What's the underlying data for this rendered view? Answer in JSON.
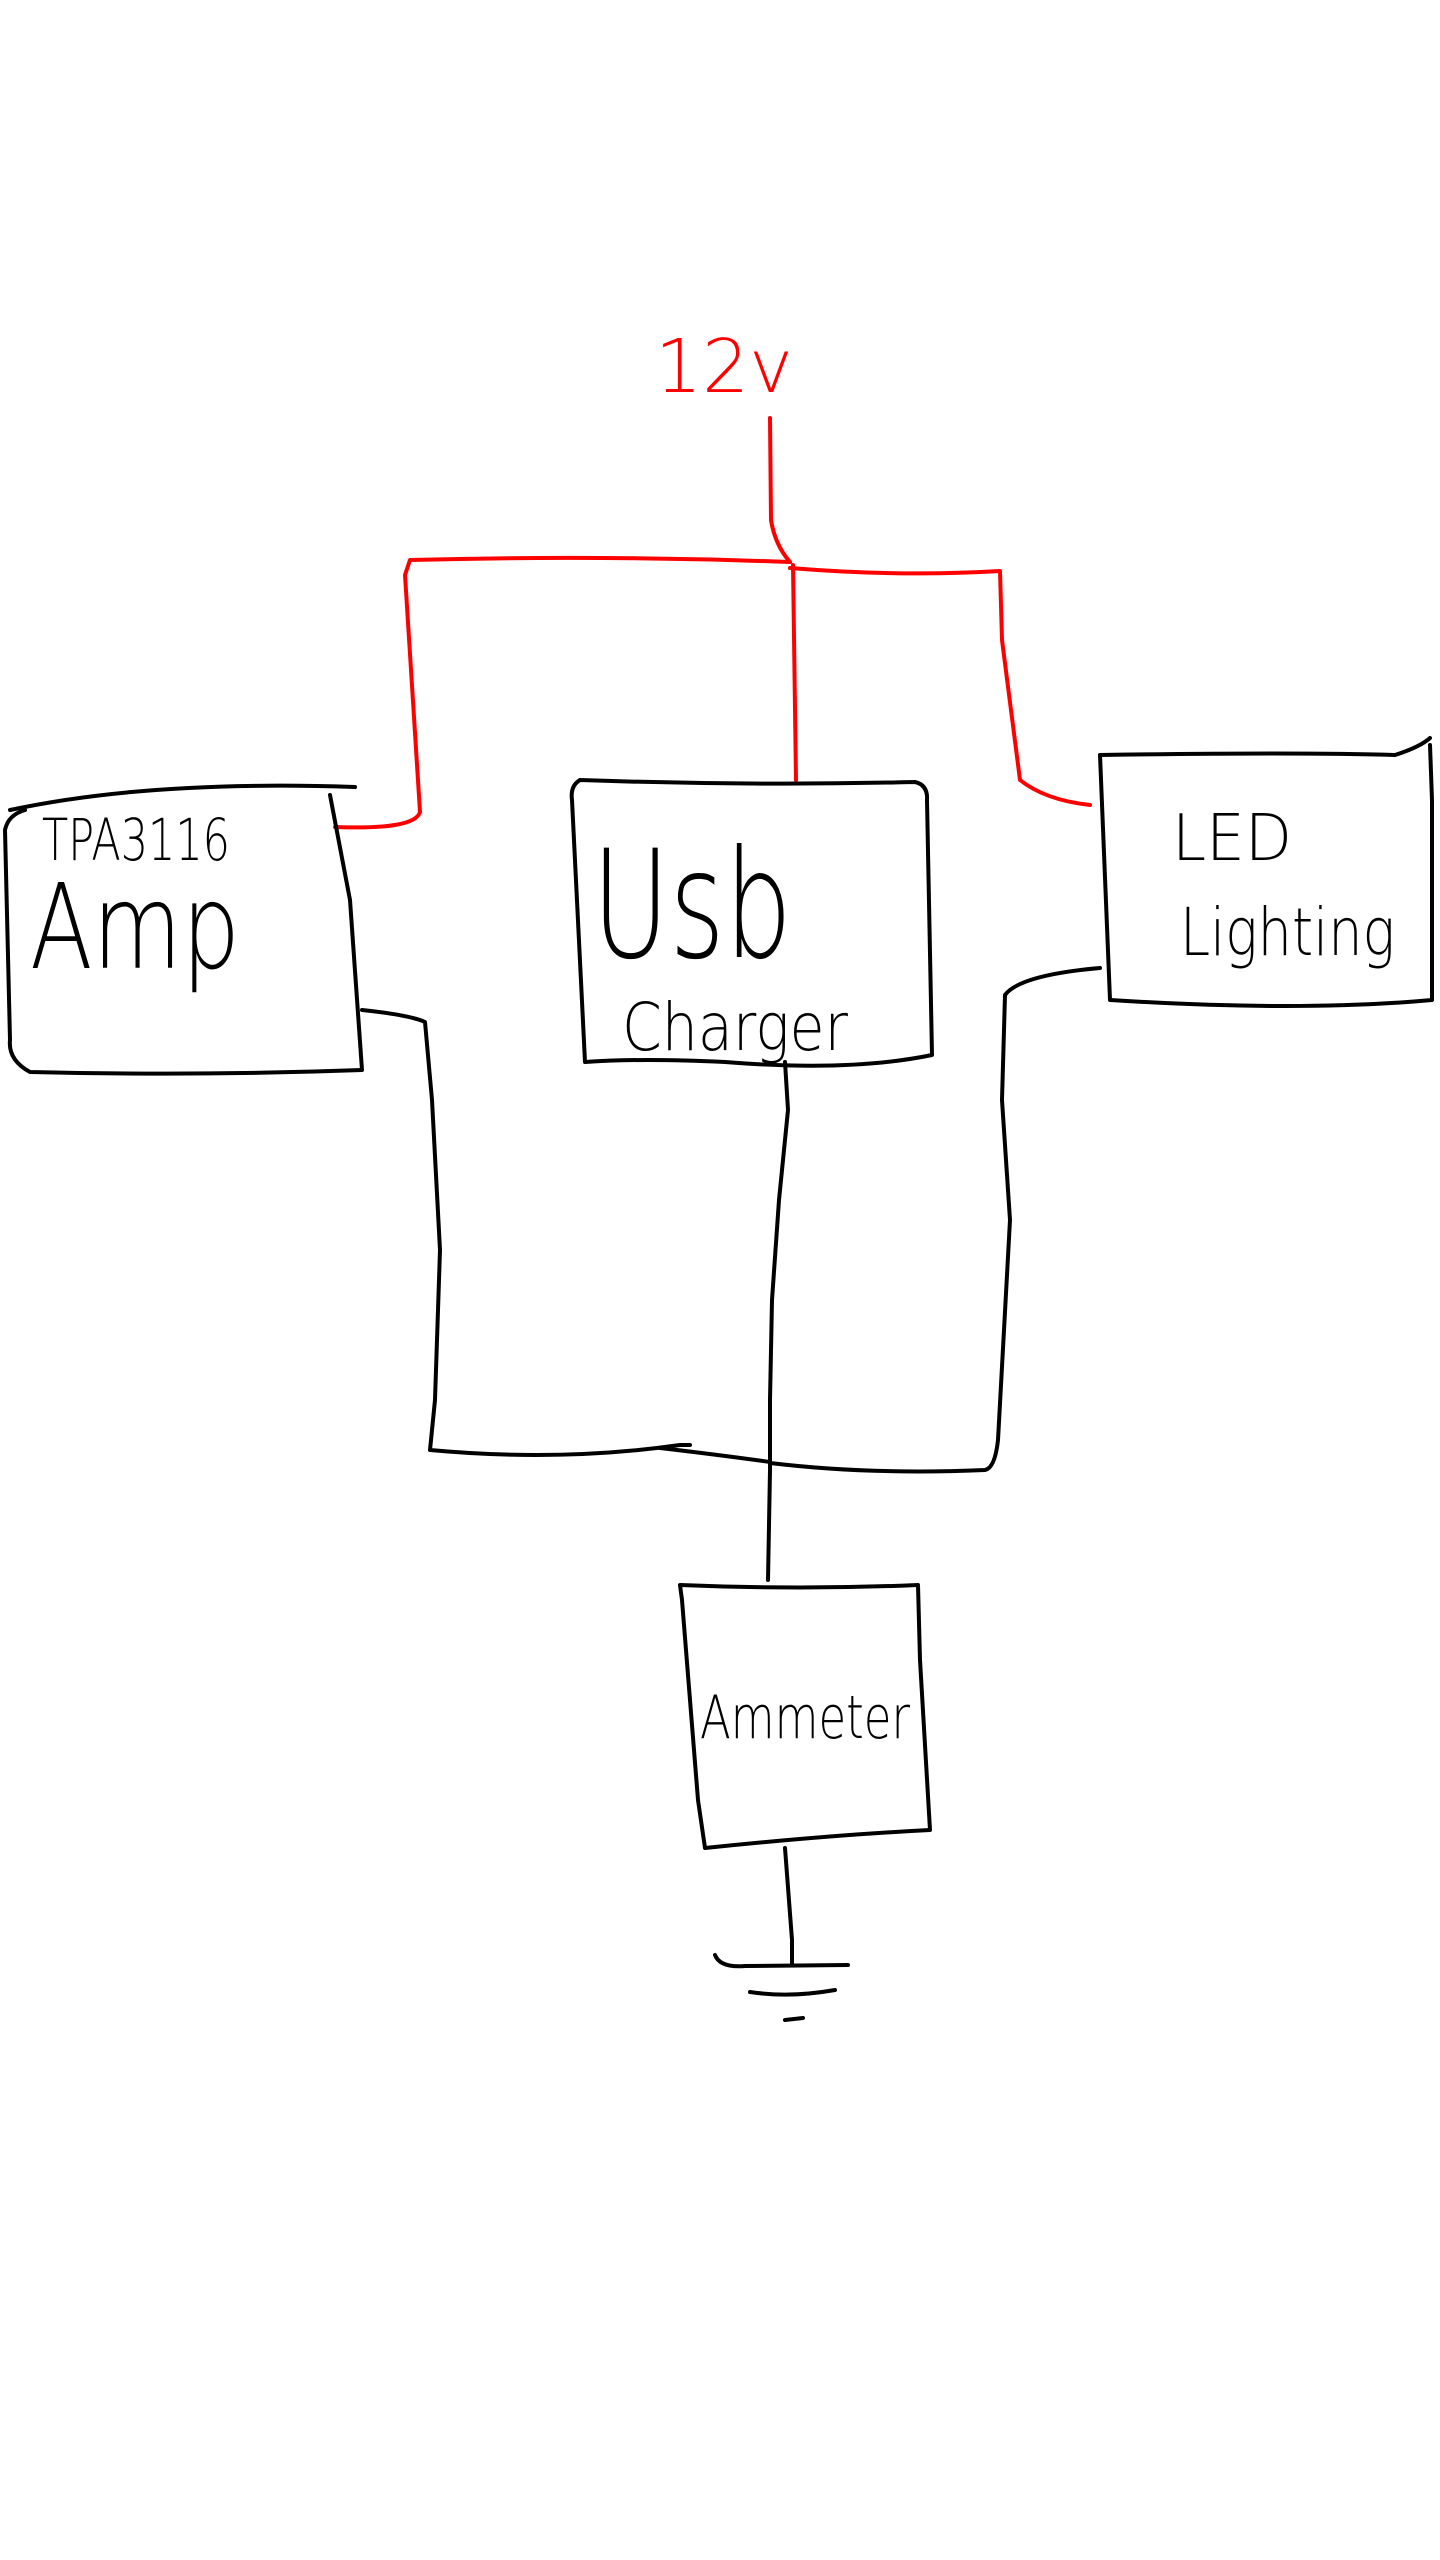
{
  "colors": {
    "power_wire": "#ff0000",
    "ground_wire": "#000000",
    "background": "#ffffff"
  },
  "labels": {
    "supply": "12v",
    "amp_line1": "TPA3116",
    "amp_line2": "Amp",
    "usb_line1": "Usb",
    "usb_line2": "Charger",
    "led_line1": "LED",
    "led_line2": "Lighting",
    "ammeter": "Ammeter"
  },
  "symbols": {
    "ground": "ground-icon"
  }
}
